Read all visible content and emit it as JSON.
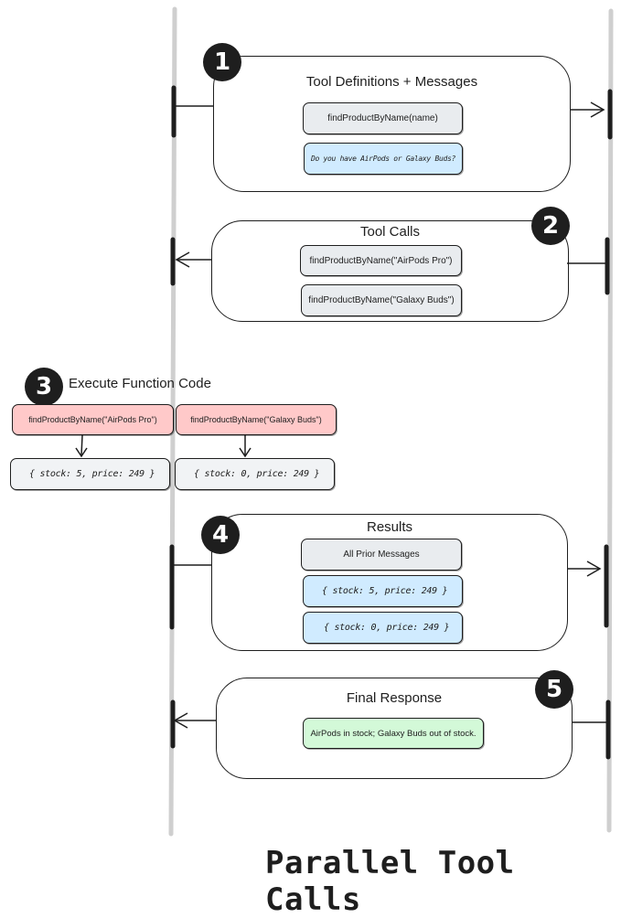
{
  "step1": {
    "badge": "1",
    "title": "Tool Definitions + Messages",
    "tool_definition": "findProductByName(name)",
    "user_message": "Do you have AirPods or Galaxy Buds?"
  },
  "step2": {
    "badge": "2",
    "title": "Tool Calls",
    "calls": [
      "findProductByName(\"AirPods Pro\")",
      "findProductByName(\"Galaxy Buds\")"
    ]
  },
  "step3": {
    "badge": "3",
    "title": "Execute Function Code",
    "functions": [
      "findProductByName(\"AirPods Pro\")",
      "findProductByName(\"Galaxy Buds\")"
    ],
    "outputs": [
      "{ stock: 5, price: 249 }",
      "{ stock: 0, price: 249 }"
    ]
  },
  "step4": {
    "badge": "4",
    "title": "Results",
    "prior": "All Prior Messages",
    "results": [
      "{ stock: 5, price: 249 }",
      "{ stock: 0, price: 249 }"
    ]
  },
  "step5": {
    "badge": "5",
    "title": "Final Response",
    "response": "AirPods in stock; Galaxy Buds out of stock."
  },
  "caption": "Parallel Tool Calls",
  "colors": {
    "lane": "#cfcfcf",
    "stroke": "#1e1e1e",
    "grey_chip": "#e9ecef",
    "blue_chip": "#d0ebff",
    "pink_chip": "#ffc9c9",
    "green_chip": "#d3f9d8"
  }
}
